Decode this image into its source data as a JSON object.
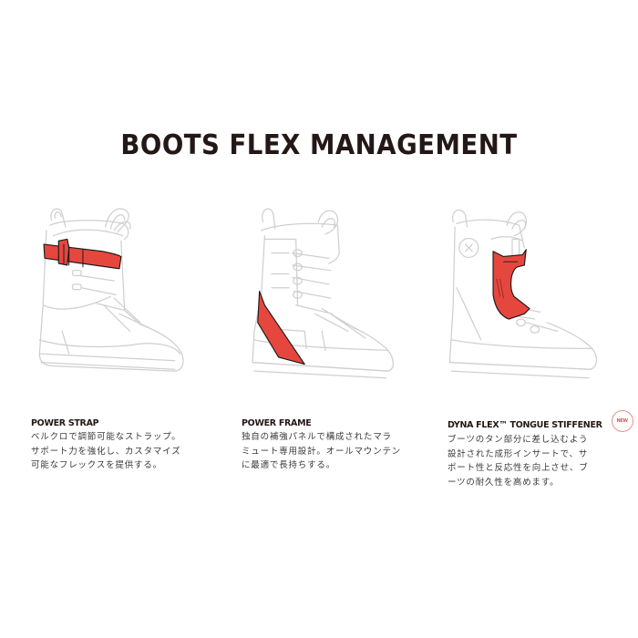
{
  "page": {
    "title": "BOOTS FLEX MANAGEMENT"
  },
  "colors": {
    "accent_red": "#e5473e",
    "outline_gray": "#c8c8c8",
    "title_text": "#231815",
    "badge_red": "#e05656"
  },
  "features": [
    {
      "title": "POWER STRAP",
      "icon": "boot-power-strap-illustration",
      "highlight": "ankle strap",
      "description_lines": [
        "ベルクロで調節可能なストラップ。",
        "サポート力を強化し、カスタマイズ",
        "可能なフレックスを提供する。"
      ]
    },
    {
      "title": "POWER FRAME",
      "icon": "boot-power-frame-illustration",
      "highlight": "heel side panel",
      "description_lines": [
        "独自の補強パネルで構成されたマラ",
        "ミュート専用設計。オールマウンテン",
        "に最適で長持ちする。"
      ]
    },
    {
      "title": "DYNA FLEX™ TONGUE STIFFENER",
      "icon": "boot-tongue-stiffener-illustration",
      "highlight": "tongue insert",
      "badge": "NEW",
      "description_lines": [
        "ブーツのタン部分に差し込むよう",
        "設計された成形インサートで、サ",
        "ポート性と反応性を向上させ、ブ",
        "ーツの耐久性を高めます。"
      ]
    }
  ]
}
